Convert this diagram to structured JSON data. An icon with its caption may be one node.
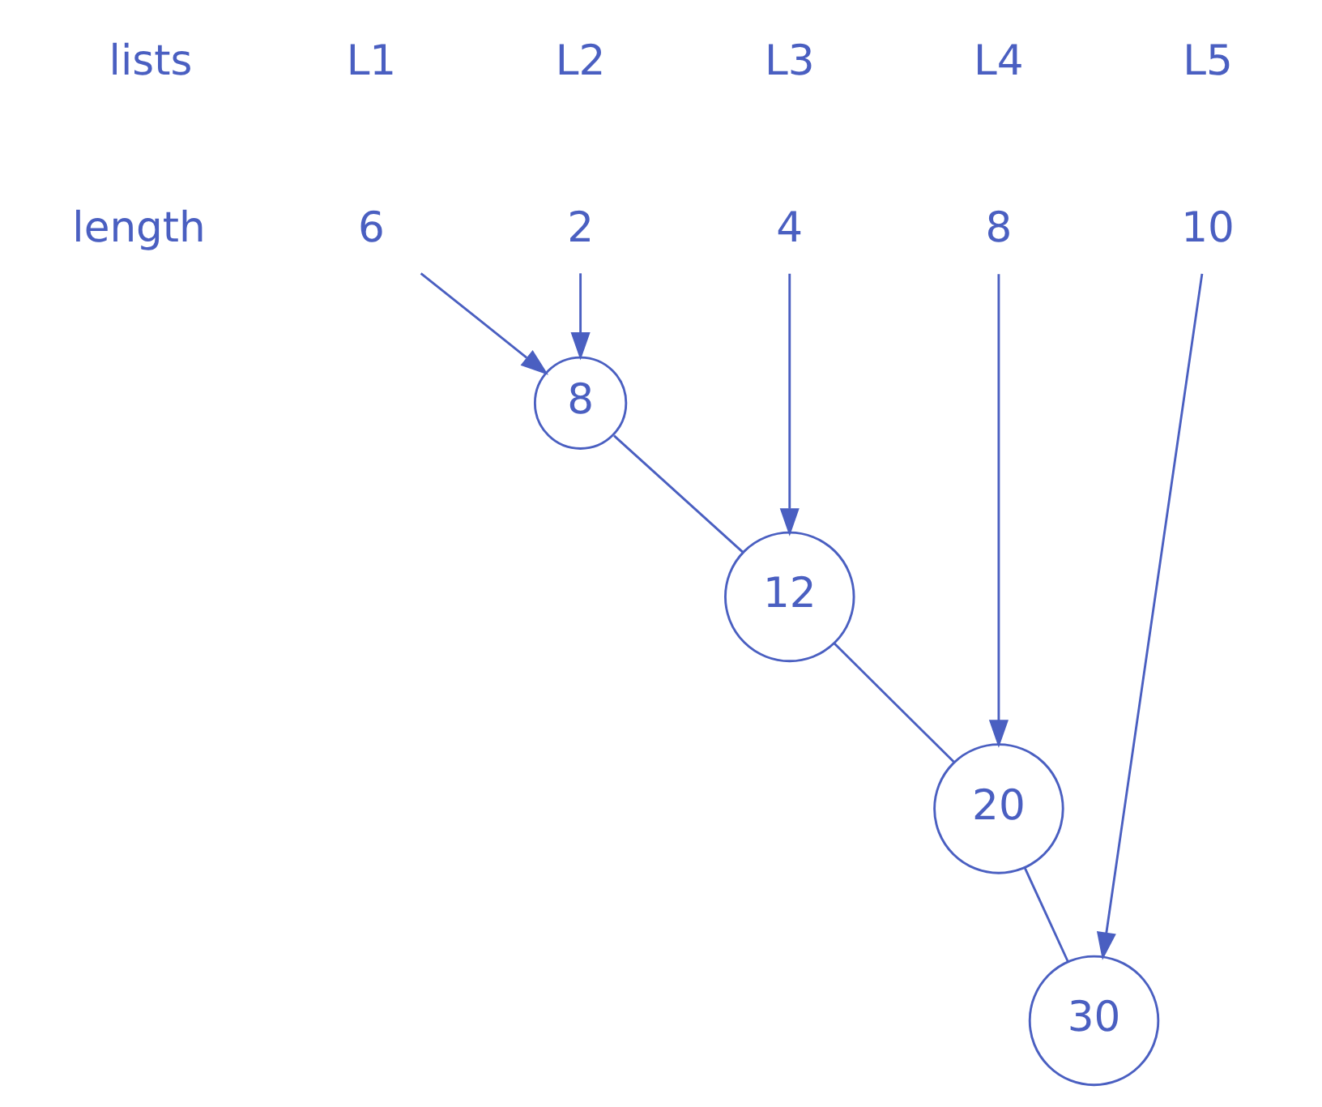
{
  "diagram": {
    "nodes": [
      {
        "text": [
          "6"
        ]
      },
      {
        "text": [
          "2"
        ]
      },
      {
        "text": [
          "4"
        ]
      },
      {
        "text": [
          "8"
        ]
      },
      {
        "text": [
          "10"
        ]
      },
      {
        "text": [
          "8"
        ]
      },
      {
        "text": [
          "12"
        ]
      },
      {
        "text": [
          "20"
        ]
      },
      {
        "text": [
          "30"
        ]
      }
    ],
    "edges": [
      {
        "from": 0,
        "to": 5,
        "arrow": "to"
      },
      {
        "from": 1,
        "to": 5,
        "arrow": "to"
      },
      {
        "from": 5,
        "to": 6,
        "arrow": "none"
      },
      {
        "from": 2,
        "to": 6,
        "arrow": "to"
      },
      {
        "from": 6,
        "to": 7,
        "arrow": "none"
      },
      {
        "from": 3,
        "to": 7,
        "arrow": "to"
      },
      {
        "from": 7,
        "to": 8,
        "arrow": "none"
      },
      {
        "from": 4,
        "to": 8,
        "arrow": "to"
      }
    ],
    "labels": [
      "lists",
      "L1",
      "L2",
      "L3",
      "L4",
      "L5",
      "length"
    ]
  }
}
